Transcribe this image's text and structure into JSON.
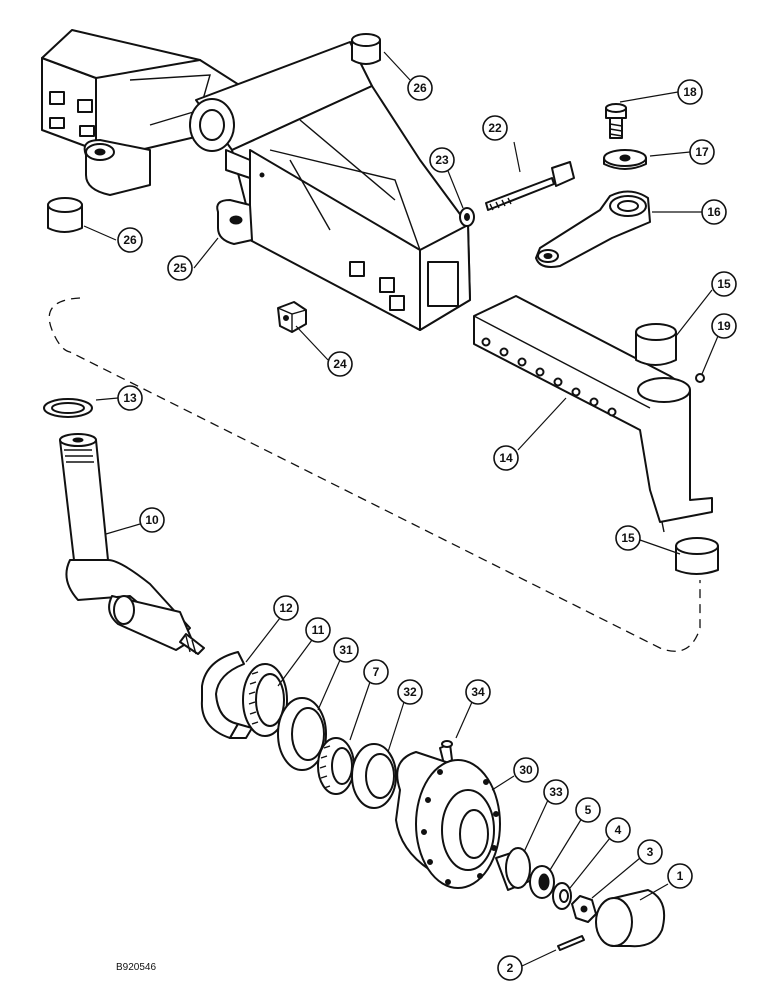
{
  "figure_code": "B920546",
  "callouts": [
    {
      "label": "26"
    },
    {
      "label": "18"
    },
    {
      "label": "22"
    },
    {
      "label": "23"
    },
    {
      "label": "17"
    },
    {
      "label": "16"
    },
    {
      "label": "26"
    },
    {
      "label": "25"
    },
    {
      "label": "15"
    },
    {
      "label": "19"
    },
    {
      "label": "24"
    },
    {
      "label": "13"
    },
    {
      "label": "14"
    },
    {
      "label": "10"
    },
    {
      "label": "15"
    },
    {
      "label": "12"
    },
    {
      "label": "11"
    },
    {
      "label": "31"
    },
    {
      "label": "7"
    },
    {
      "label": "32"
    },
    {
      "label": "34"
    },
    {
      "label": "30"
    },
    {
      "label": "33"
    },
    {
      "label": "5"
    },
    {
      "label": "4"
    },
    {
      "label": "3"
    },
    {
      "label": "1"
    },
    {
      "label": "2"
    }
  ]
}
